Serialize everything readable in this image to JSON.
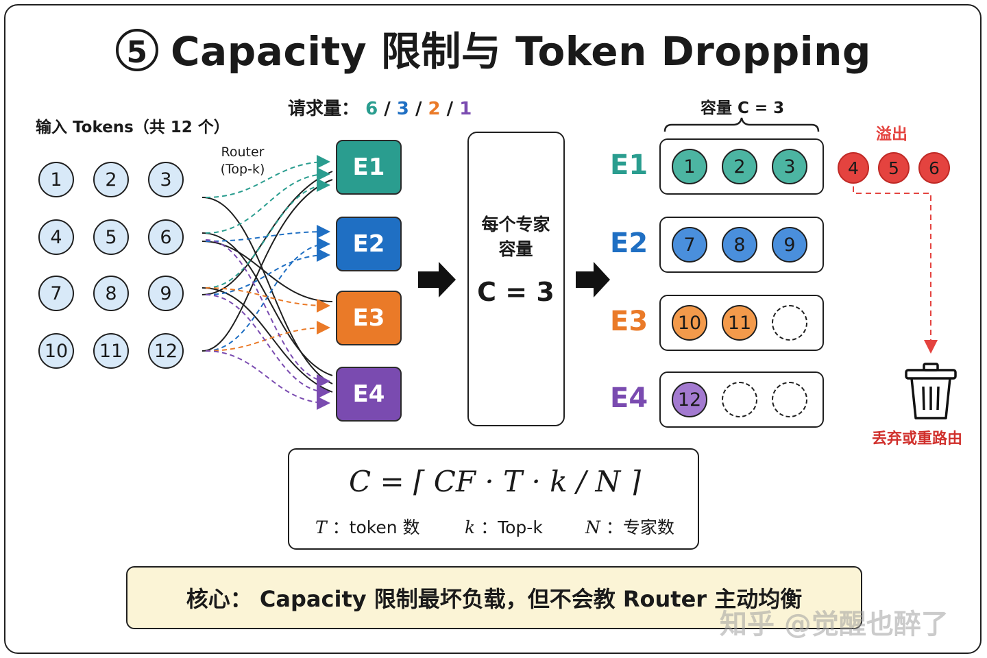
{
  "title": {
    "number": "5",
    "text": "Capacity 限制与 Token Dropping"
  },
  "input": {
    "label": "输入 Tokens（共 12 个）",
    "tokens": [
      "1",
      "2",
      "3",
      "4",
      "5",
      "6",
      "7",
      "8",
      "9",
      "10",
      "11",
      "12"
    ]
  },
  "router": {
    "line1": "Router",
    "line2": "(Top-k)"
  },
  "requests": {
    "label": "请求量：",
    "values": [
      {
        "v": "6",
        "color": "#2a9d8f"
      },
      {
        "v": "3",
        "color": "#1f6fc3"
      },
      {
        "v": "2",
        "color": "#ea7a28"
      },
      {
        "v": "1",
        "color": "#7a4bb0"
      }
    ],
    "sep": "/"
  },
  "experts": [
    {
      "name": "E1",
      "color": "#2a9d8f",
      "light": "#4cb5a2",
      "tokens": [
        "1",
        "2",
        "3"
      ]
    },
    {
      "name": "E2",
      "color": "#1f6fc3",
      "light": "#4a8fdc",
      "tokens": [
        "7",
        "8",
        "9"
      ]
    },
    {
      "name": "E3",
      "color": "#ea7a28",
      "light": "#f39a4b",
      "tokens": [
        "10",
        "11"
      ]
    },
    {
      "name": "E4",
      "color": "#7a4bb0",
      "light": "#a37ad0",
      "tokens": [
        "12"
      ]
    }
  ],
  "capacity_box": {
    "line1": "每个专家",
    "line2": "容量",
    "value": "C = 3"
  },
  "capacity_label": "容量 C = 3",
  "overflow": {
    "label": "溢出",
    "tokens": [
      "4",
      "5",
      "6"
    ],
    "color": "#e4433f",
    "drop_label": "丢弃或重路由"
  },
  "formula": {
    "main": "C = ⌈ CF · T · k / N ⌉",
    "notes": [
      {
        "sym": "T",
        "text": "：token 数"
      },
      {
        "sym": "k",
        "text": "：Top-k"
      },
      {
        "sym": "N",
        "text": "：专家数"
      }
    ]
  },
  "core": "核心：  Capacity 限制最坏负载，但不会教 Router 主动均衡",
  "watermark": "知乎 @觉醒也醉了",
  "icons": {
    "arrow": "right-arrow-icon",
    "trash": "trash-can-icon"
  }
}
